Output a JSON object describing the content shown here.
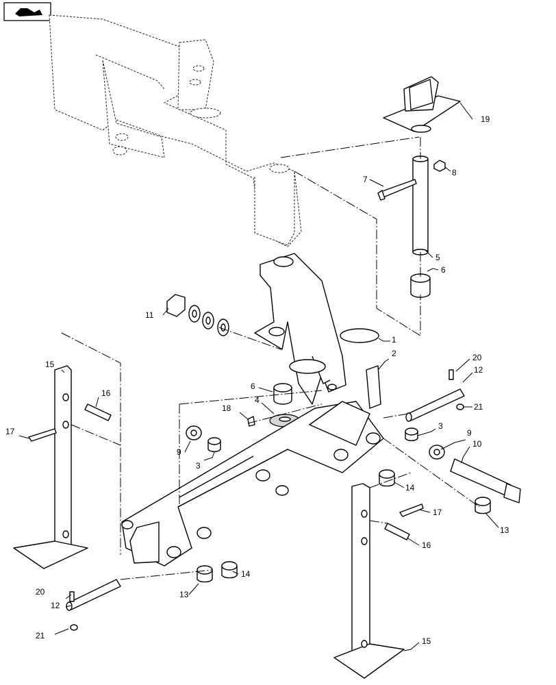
{
  "nav_icon": "folder-arrow-icon",
  "callouts": [
    {
      "id": "c1",
      "text": "1"
    },
    {
      "id": "c2",
      "text": "2"
    },
    {
      "id": "c3a",
      "text": "3"
    },
    {
      "id": "c3b",
      "text": "3"
    },
    {
      "id": "c4",
      "text": "4"
    },
    {
      "id": "c5",
      "text": "5"
    },
    {
      "id": "c6a",
      "text": "6"
    },
    {
      "id": "c6b",
      "text": "6"
    },
    {
      "id": "c7",
      "text": "7"
    },
    {
      "id": "c8",
      "text": "8"
    },
    {
      "id": "c9a",
      "text": "9"
    },
    {
      "id": "c9b",
      "text": "9"
    },
    {
      "id": "c10",
      "text": "10"
    },
    {
      "id": "c11",
      "text": "11"
    },
    {
      "id": "c12a",
      "text": "12"
    },
    {
      "id": "c12b",
      "text": "12"
    },
    {
      "id": "c13a",
      "text": "13"
    },
    {
      "id": "c13b",
      "text": "13"
    },
    {
      "id": "c14a",
      "text": "14"
    },
    {
      "id": "c14b",
      "text": "14"
    },
    {
      "id": "c15a",
      "text": "15"
    },
    {
      "id": "c15b",
      "text": "15"
    },
    {
      "id": "c16a",
      "text": "16"
    },
    {
      "id": "c16b",
      "text": "16"
    },
    {
      "id": "c17a",
      "text": "17"
    },
    {
      "id": "c17b",
      "text": "17"
    },
    {
      "id": "c18",
      "text": "18"
    },
    {
      "id": "c19",
      "text": "19"
    },
    {
      "id": "c20a",
      "text": "20"
    },
    {
      "id": "c20b",
      "text": "20"
    },
    {
      "id": "c21a",
      "text": "21"
    },
    {
      "id": "c21b",
      "text": "21"
    }
  ]
}
